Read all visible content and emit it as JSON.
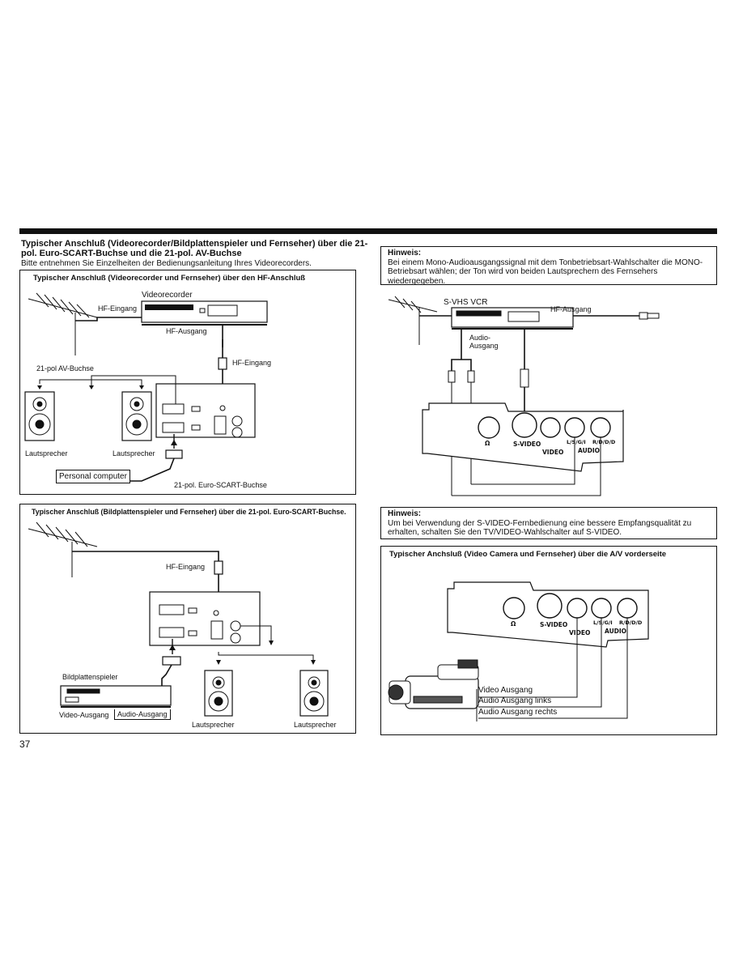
{
  "page": {
    "heading": "Typischer Anschluß (Videorecorder/Bildplattenspieler und Fernseher) über die 21-pol. Euro-SCART-Buchse und die 21-pol. AV-Buchse",
    "subheading": "Bitte entnehmen Sie Einzelheiten der Bedienungsanleitung Ihres Videorecorders.",
    "page_number": "37"
  },
  "diagram1": {
    "title": "Typischer Anschluß (Videorecorder und Fernseher) über den HF-Anschluß",
    "videorecorder": "Videorecorder",
    "hf_eingang_antenna": "HF-Eingang",
    "hf_ausgang": "HF-Ausgang",
    "hf_eingang_tv": "HF-Eingang",
    "av_buchse": "21-pol AV-Buchse",
    "speaker_left": "Lautsprecher",
    "speaker_right": "Lautsprecher",
    "personal_computer": "Personal computer",
    "scart_buchse": "21-pol. Euro-SCART-Buchse"
  },
  "diagram2": {
    "title": "Typischer Anschluß (Bildplattenspieler und Fernseher) über die 21-pol. Euro-SCART-Buchse.",
    "hf_eingang": "HF-Eingang",
    "bildplattenspieler": "Bildplattenspieler",
    "video_ausgang": "Video-Ausgang",
    "audio_ausgang": "Audio-Ausgang",
    "speaker_left": "Lautsprecher",
    "speaker_right": "Lautsprecher"
  },
  "note1": {
    "title": "Hinweis:",
    "text": "Bei einem Mono-Audioausgangssignal mit dem Tonbetriebsart-Wahlschalter die MONO-Betriebsart wählen; der Ton wird von beiden Lautsprechern des Fernsehers wiedergegeben."
  },
  "diagram3": {
    "svhs_vcr": "S-VHS VCR",
    "hf_ausgang": "HF-Ausgang",
    "audio_ausgang_1": "Audio-",
    "audio_ausgang_2": "Ausgang",
    "headphone": "Ω",
    "s_video": "S-VIDEO",
    "video": "VIDEO",
    "l_s_g_i": "L/S/G/I",
    "r_d_d_d": "R/D/D/D",
    "audio": "AUDIO"
  },
  "note2": {
    "title": "Hinweis:",
    "text": "Um bei Verwendung der S-VIDEO-Fernbedienung eine bessere Empfangsqualität zu erhalten, schalten Sie den TV/VIDEO-Wahlschalter auf S-VIDEO."
  },
  "diagram4": {
    "title": "Typischer Anchsluß (Video Camera und Fernseher) über die A/V vorderseite",
    "headphone": "Ω",
    "s_video": "S-VIDEO",
    "video": "VIDEO",
    "l_s_g_i": "L/S/G/I",
    "r_d_d_d": "R/D/D/D",
    "audio": "AUDIO",
    "video_ausgang": "Video Ausgang",
    "audio_links": "Audio Ausgang links",
    "audio_rechts": "Audio Ausgang rechts"
  }
}
